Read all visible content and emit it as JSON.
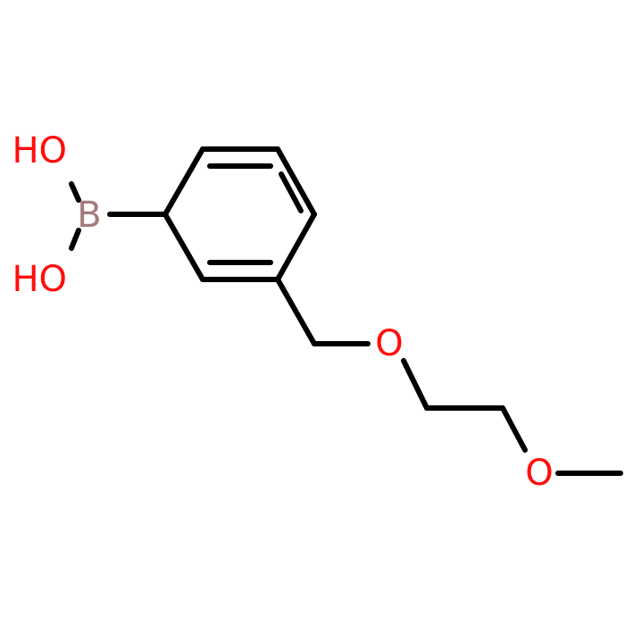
{
  "molecule": {
    "atoms": {
      "upper_hydroxyl": {
        "text": "HO",
        "color": "#FF0D0D"
      },
      "boron": {
        "text": "B",
        "color": "#A47A7A"
      },
      "lower_hydroxyl": {
        "text": "HO",
        "color": "#FF0D0D"
      },
      "ether_oxygen": {
        "text": "O",
        "color": "#FF0D0D"
      },
      "methoxy_oxygen": {
        "text": "O",
        "color": "#FF0D0D"
      }
    },
    "bond_color": "#000000"
  }
}
